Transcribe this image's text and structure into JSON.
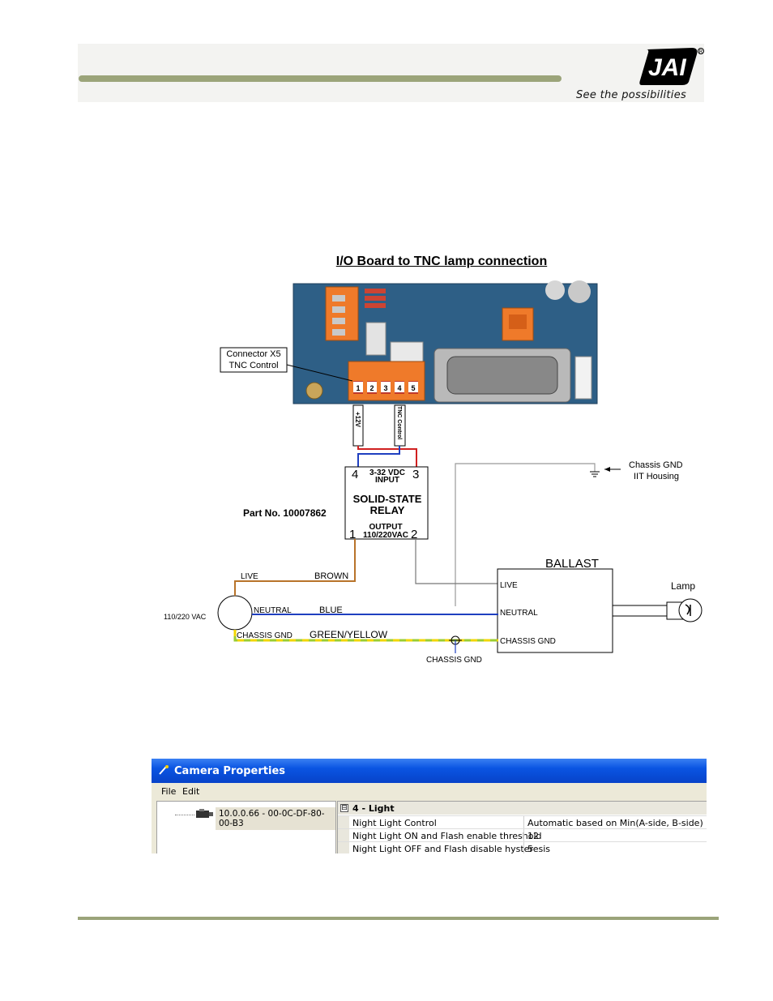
{
  "header": {
    "tagline": "See the possibilities",
    "logo_text": "JAI",
    "accent_color": "#9ba47a"
  },
  "figure": {
    "caption": "I/O Board to TNC lamp connection",
    "connector_label_line1": "Connector X5",
    "connector_label_line2": "TNC Control",
    "pins": [
      "1",
      "2",
      "3",
      "4",
      "5"
    ],
    "wire_left": "+12V",
    "wire_right": "TNC Control",
    "relay": {
      "pin4": "4",
      "pin3": "3",
      "input_line1": "3-32 VDC",
      "input_line2": "INPUT",
      "name_line1": "SOLID-STATE",
      "name_line2": "RELAY",
      "output_line1": "OUTPUT",
      "output_line2": "110/220VAC",
      "pin1": "1",
      "pin2": "2"
    },
    "part_no": "Part No. 10007862",
    "chassis_gnd_line1": "Chassis GND",
    "chassis_gnd_line2": "IIT Housing",
    "ballast": "BALLAST",
    "ballast_live": "LIVE",
    "ballast_neutral": "NEUTRAL",
    "ballast_chassis": "CHASSIS GND",
    "lamp": "Lamp",
    "source": "110/220 VAC",
    "live": "LIVE",
    "brown": "BROWN",
    "neutral": "NEUTRAL",
    "blue": "BLUE",
    "chassis": "CHASSIS GND",
    "green_yellow": "GREEN/YELLOW",
    "chassis_bottom": "CHASSIS GND"
  },
  "window": {
    "title": "Camera Properties",
    "menu": [
      "File",
      "Edit"
    ],
    "tree_item": "10.0.0.66 - 00-0C-DF-80-00-B3",
    "category_toggle": "⊟",
    "category": "4 - Light",
    "rows": [
      {
        "key": "Night Light Control",
        "value": "Automatic based on Min(A-side, B-side) reading"
      },
      {
        "key": "Night Light ON and Flash enable threshold",
        "value": "12"
      },
      {
        "key": "Night Light OFF and Flash disable hysteresis",
        "value": "5"
      }
    ]
  }
}
